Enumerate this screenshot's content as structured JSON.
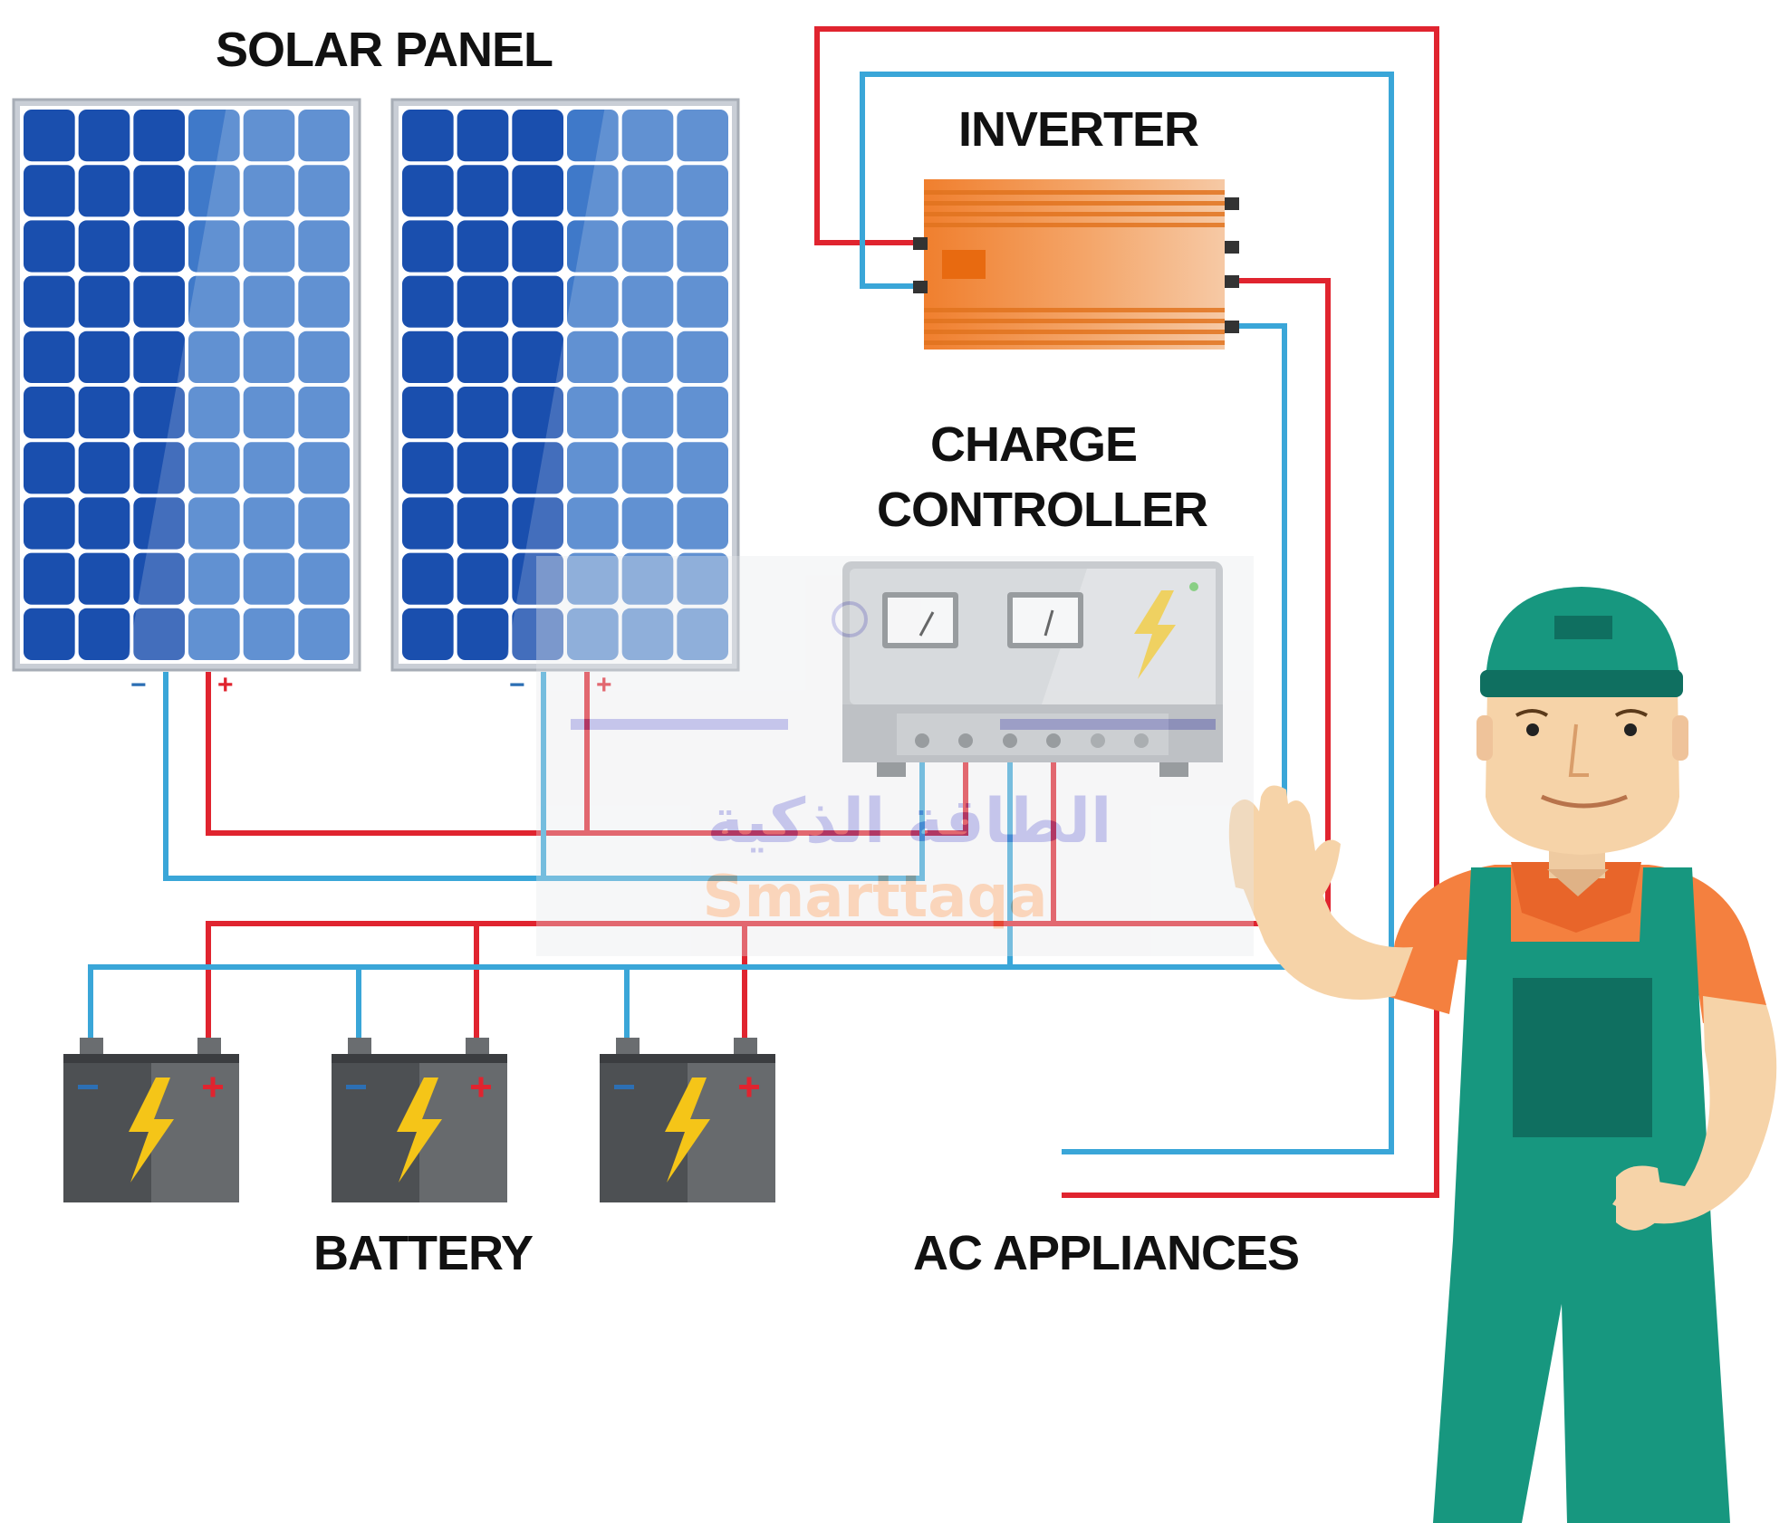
{
  "labels": {
    "solar_panel": "SOLAR PANEL",
    "inverter": "INVERTER",
    "charge_controller_line1": "CHARGE",
    "charge_controller_line2": "CONTROLLER",
    "battery": "BATTERY",
    "ac_appliances": "AC APPLIANCES"
  },
  "terminal_symbols": {
    "negative": "−",
    "positive": "+"
  },
  "watermark": {
    "arabic": "الطاقة الذكية",
    "latin": "Smarttaqa"
  },
  "colors": {
    "positive_wire": "#e0242f",
    "negative_wire": "#3aa6d8",
    "panel_blue": "#1f56b0",
    "inverter_orange": "#f0883e",
    "battery_gray": "#505356",
    "bolt_yellow": "#f5c518",
    "worker_teal": "#17977f",
    "worker_orange": "#f4803f"
  }
}
